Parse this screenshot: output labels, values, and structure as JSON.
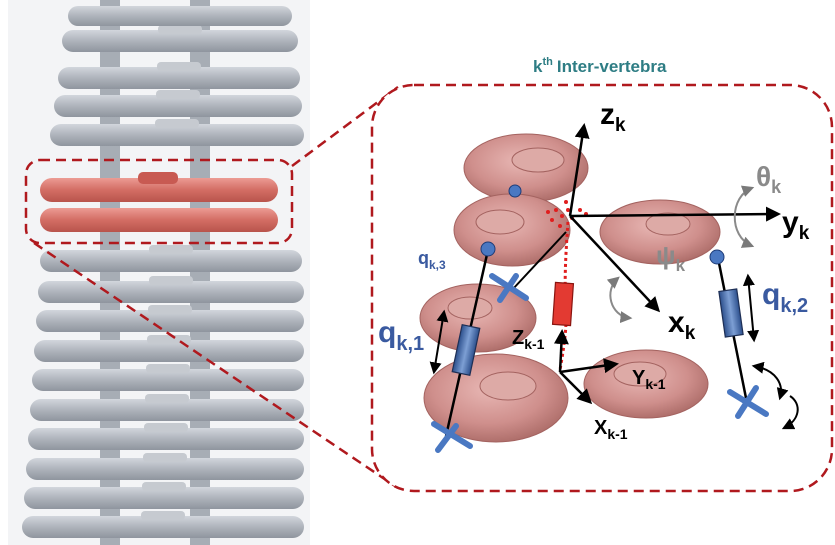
{
  "title": {
    "superscript_k": "k",
    "superscript_th": "th",
    "rest": "Inter-vertebra"
  },
  "labels": {
    "z_k": {
      "main": "z",
      "sub": "k"
    },
    "y_k": {
      "main": "y",
      "sub": "k"
    },
    "x_k": {
      "main": "x",
      "sub": "k"
    },
    "theta_k": {
      "main": "θ",
      "sub": "k"
    },
    "psi_k": {
      "main": "ψ",
      "sub": "k"
    },
    "z_km1": {
      "main": "Z",
      "sub": "k-1"
    },
    "y_km1": {
      "main": "Y",
      "sub": "k-1"
    },
    "x_km1": {
      "main": "X",
      "sub": "k-1"
    },
    "q_k1": {
      "main": "q",
      "sub": "k,1"
    },
    "q_k2": {
      "main": "q",
      "sub": "k,2"
    },
    "q_k3": {
      "main": "q",
      "sub": "k,3"
    }
  },
  "colors": {
    "teal_title": "#2e7d84",
    "dashed_red": "#b0191e",
    "label_blue": "#3a5aa0",
    "gray_label": "#8a8a8a",
    "vertebra_gray": "#b9bec6",
    "vertebra_red": "#d9756e",
    "disc_pink": "#c98a88",
    "joint_blue": "#4a78c2"
  }
}
